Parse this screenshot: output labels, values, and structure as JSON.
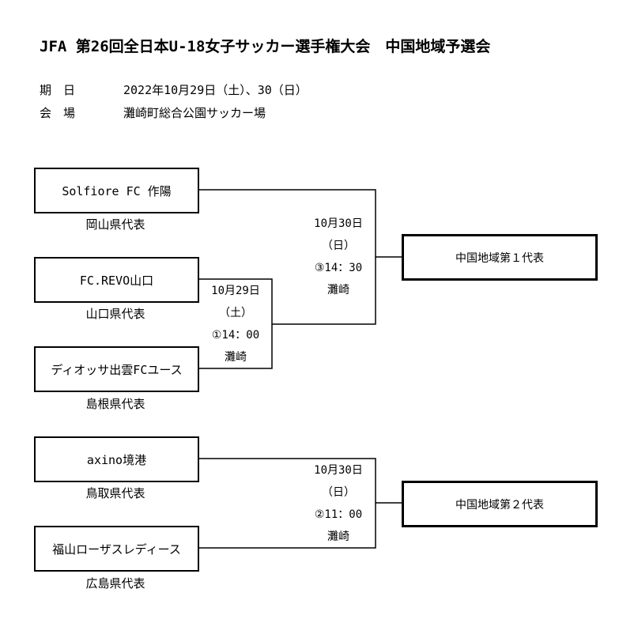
{
  "title": "JFA 第26回全日本U-18女子サッカー選手権大会　中国地域予選会",
  "info": {
    "date_label": "期　日",
    "date_value": "2022年10月29日（土）、30（日）",
    "venue_label": "会　場",
    "venue_value": "灘崎町総合公園サッカー場"
  },
  "teams": [
    {
      "name": "Solfiore FC 作陽",
      "prefecture": "岡山県代表"
    },
    {
      "name": "FC.REVO山口",
      "prefecture": "山口県代表"
    },
    {
      "name": "ディオッサ出雲FCユース",
      "prefecture": "島根県代表"
    },
    {
      "name": "axino境港",
      "prefecture": "鳥取県代表"
    },
    {
      "name": "福山ローザスレディース",
      "prefecture": "広島県代表"
    }
  ],
  "matches": [
    {
      "date": "10月29日",
      "weekday": "（土）",
      "kickoff": "①14：00",
      "venue": "灘崎"
    },
    {
      "date": "10月30日",
      "weekday": "（日）",
      "kickoff": "③14：30",
      "venue": "灘崎"
    },
    {
      "date": "10月30日",
      "weekday": "（日）",
      "kickoff": "②11：00",
      "venue": "灘崎"
    }
  ],
  "results": [
    {
      "label": "中国地域第１代表"
    },
    {
      "label": "中国地域第２代表"
    }
  ]
}
